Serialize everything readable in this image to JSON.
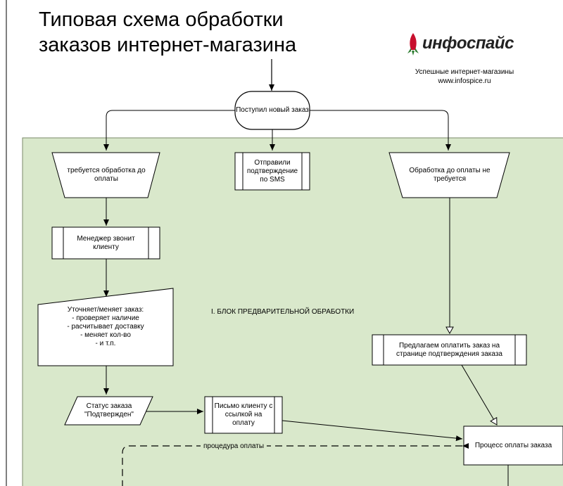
{
  "title_line1": "Типовая схема обработки",
  "title_line2": "заказов интернет-магазина",
  "logo": {
    "text": "инфоспайс",
    "icon": "rocket-icon"
  },
  "slogan": {
    "line1": "Успешные интернет-магазины",
    "line2": "www.infospice.ru"
  },
  "colors": {
    "block_bg": "#d9e8cb",
    "block_border": "#7a8a6a",
    "accent": "#c8102e"
  },
  "block_title": "I. БЛОК ПРЕДВАРИТЕЛЬНОЙ ОБРАБОТКИ",
  "nodes": {
    "start": "Поступил новый заказ",
    "needs_processing": "требуется обработка до оплаты",
    "sms": "Отправили подтверждение по SMS",
    "no_processing": "Обработка до оплаты не требуется",
    "manager_calls": "Менеджер звонит клиенту",
    "clarify_title": "Уточняет/меняет заказ:",
    "clarify_items": [
      "- проверяет наличие",
      "- расчитывает доставку",
      "- меняет кол-во",
      "- и т.п."
    ],
    "offer_payment": "Предлагаем оплатить заказ на странице подтверждения заказа",
    "status": "Статус заказа \"Подтвержден\"",
    "letter": "Письмо клиенту с ссылкой на оплату",
    "payment_process": "Процесс оплаты заказа"
  },
  "dashed_label": "процедура оплаты"
}
